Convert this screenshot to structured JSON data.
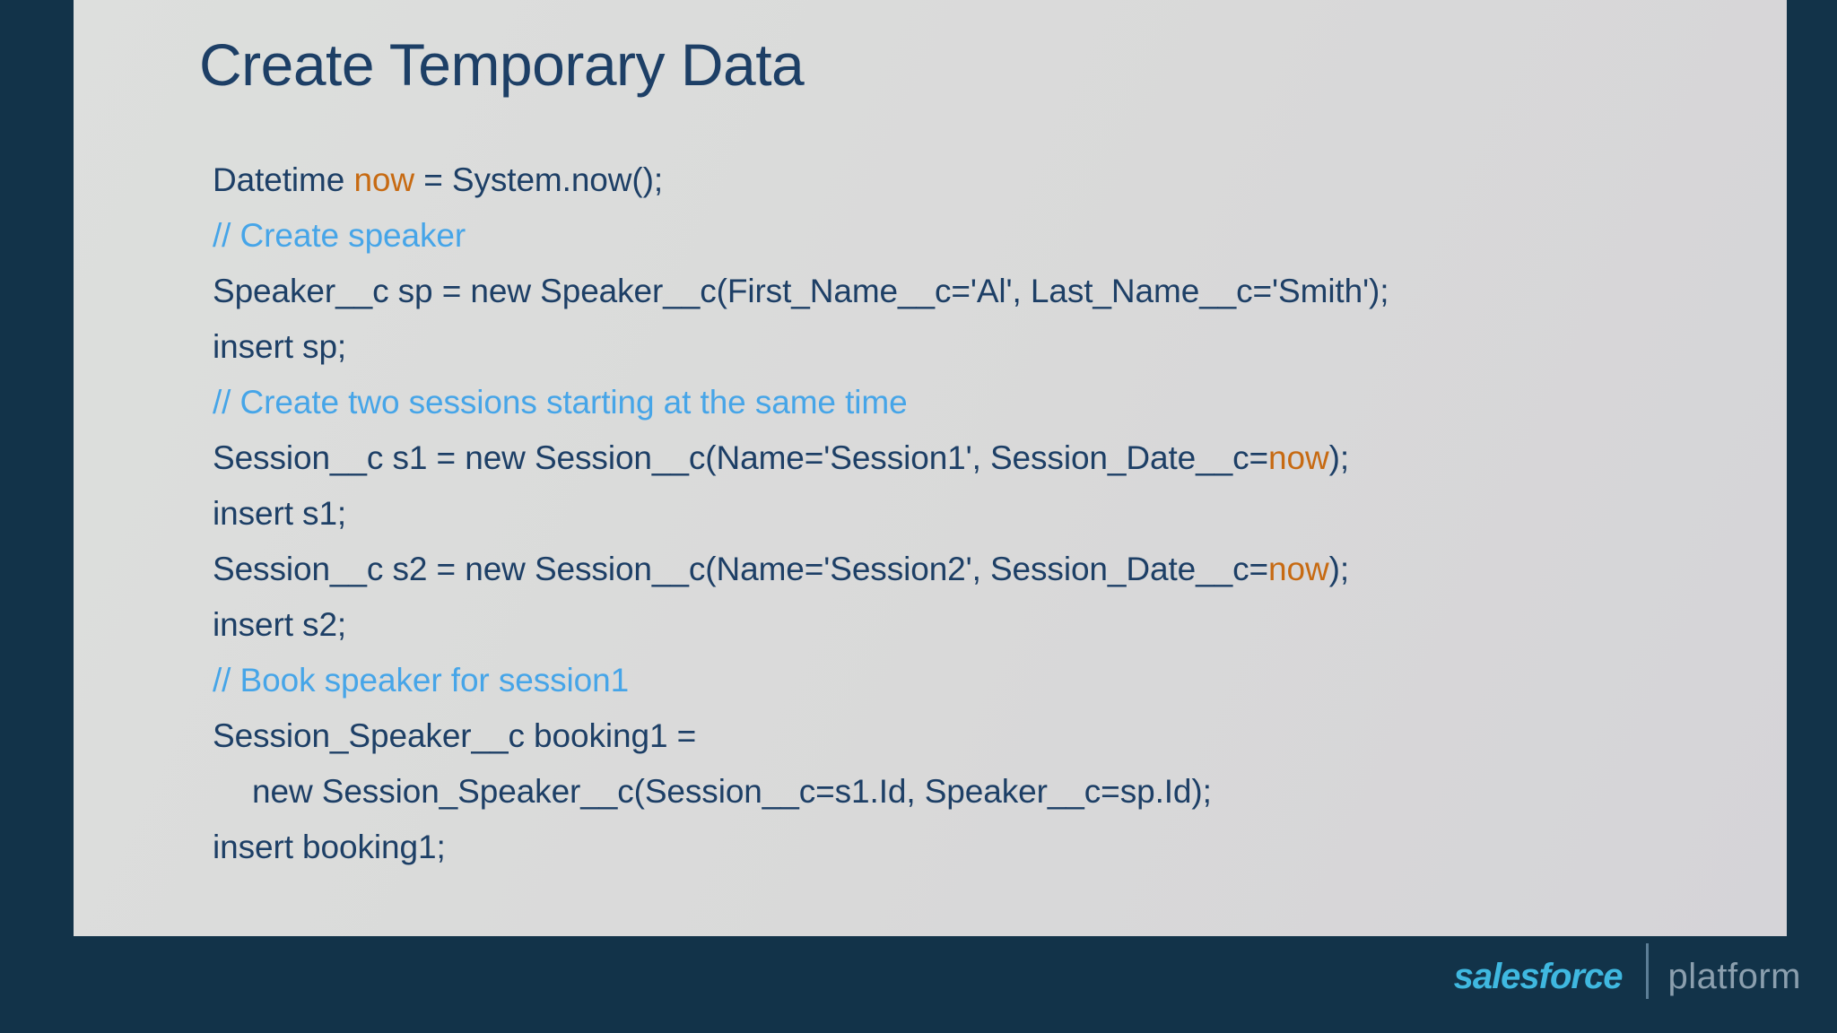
{
  "slide": {
    "title": "Create Temporary Data",
    "background_color": "#123349",
    "panel_color": "#dcdcda",
    "title_color": "#1d3f66",
    "comment_color": "#46a5e8",
    "variable_color": "#c76a12"
  },
  "code": {
    "lines": [
      {
        "type": "code",
        "indent": 0,
        "text": "Datetime now = System.now();",
        "tokens": [
          {
            "t": "Datetime ",
            "c": "code"
          },
          {
            "t": "now",
            "c": "var"
          },
          {
            "t": " = System.now();",
            "c": "code"
          }
        ]
      },
      {
        "type": "comment",
        "indent": 0,
        "text": "// Create speaker",
        "tokens": [
          {
            "t": "// Create speaker",
            "c": "comment"
          }
        ]
      },
      {
        "type": "code",
        "indent": 0,
        "text": "Speaker__c sp = new Speaker__c(First_Name__c='Al', Last_Name__c='Smith');",
        "tokens": [
          {
            "t": "Speaker__c sp = new Speaker__c(First_Name__c='Al', Last_Name__c='Smith');",
            "c": "code"
          }
        ]
      },
      {
        "type": "code",
        "indent": 0,
        "text": "insert sp;",
        "tokens": [
          {
            "t": "insert sp;",
            "c": "code"
          }
        ]
      },
      {
        "type": "comment",
        "indent": 0,
        "text": "// Create two sessions starting at the same time",
        "tokens": [
          {
            "t": "// Create two sessions starting at the same time",
            "c": "comment"
          }
        ]
      },
      {
        "type": "code",
        "indent": 0,
        "text": "Session__c s1 = new Session__c(Name='Session1', Session_Date__c=now);",
        "tokens": [
          {
            "t": "Session__c s1 = new Session__c(Name='Session1', Session_Date__c=",
            "c": "code"
          },
          {
            "t": "now",
            "c": "var"
          },
          {
            "t": ");",
            "c": "code"
          }
        ]
      },
      {
        "type": "code",
        "indent": 0,
        "text": "insert s1;",
        "tokens": [
          {
            "t": "insert s1;",
            "c": "code"
          }
        ]
      },
      {
        "type": "code",
        "indent": 0,
        "text": "Session__c s2 = new Session__c(Name='Session2', Session_Date__c=now);",
        "tokens": [
          {
            "t": "Session__c s2 = new Session__c(Name='Session2', Session_Date__c=",
            "c": "code"
          },
          {
            "t": "now",
            "c": "var"
          },
          {
            "t": ");",
            "c": "code"
          }
        ]
      },
      {
        "type": "code",
        "indent": 0,
        "text": "insert s2;",
        "tokens": [
          {
            "t": "insert s2;",
            "c": "code"
          }
        ]
      },
      {
        "type": "comment",
        "indent": 0,
        "text": "// Book speaker for session1",
        "tokens": [
          {
            "t": "// Book speaker for session1",
            "c": "comment"
          }
        ]
      },
      {
        "type": "code",
        "indent": 0,
        "text": "Session_Speaker__c booking1 =",
        "tokens": [
          {
            "t": "Session_Speaker__c booking1 =",
            "c": "code"
          }
        ]
      },
      {
        "type": "code",
        "indent": 1,
        "text": "new Session_Speaker__c(Session__c=s1.Id, Speaker__c=sp.Id);",
        "tokens": [
          {
            "t": "new Session_Speaker__c(Session__c=s1.Id, Speaker__c=sp.Id);",
            "c": "code"
          }
        ]
      },
      {
        "type": "code",
        "indent": 0,
        "text": "insert booking1;",
        "tokens": [
          {
            "t": "insert booking1;",
            "c": "code"
          }
        ]
      }
    ]
  },
  "footer": {
    "brand": "salesforce",
    "divider": "|",
    "product": "platform",
    "brand_color": "#3fb8e0",
    "product_color": "#8b9fae"
  }
}
